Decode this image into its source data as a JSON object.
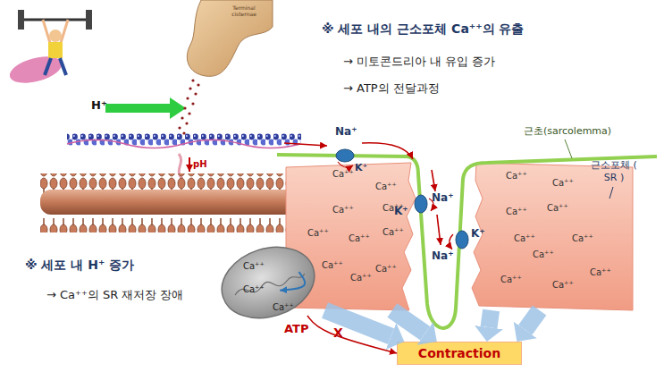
{
  "diagram": {
    "nodes": [
      {
        "text": [
          "Terminal cisternae"
        ]
      },
      {
        "text": [
          "Ca⁺⁺",
          "Ca⁺⁺",
          "Ca⁺⁺",
          "Ca⁺⁺",
          "Ca⁺⁺",
          "Ca⁺⁺",
          "Ca⁺⁺",
          "Ca⁺⁺",
          "Ca⁺⁺",
          "Ca⁺⁺"
        ]
      },
      {
        "text": [
          "Ca⁺⁺",
          "Ca⁺⁺",
          "Ca⁺⁺",
          "Ca⁺⁺",
          "Ca⁺⁺",
          "Ca⁺⁺",
          "Ca⁺⁺",
          "Ca⁺⁺",
          "Ca⁺⁺",
          "Ca⁺⁺"
        ]
      },
      {
        "text": [
          "Ca⁺⁺",
          "Ca⁺⁺",
          "Ca⁺⁺"
        ]
      },
      {
        "text": [
          "Contraction"
        ]
      }
    ],
    "edges": [
      {
        "from": 1,
        "to": 4,
        "arrow": "to"
      },
      {
        "from": 1,
        "to": 4,
        "arrow": "to"
      },
      {
        "from": 2,
        "to": 4,
        "arrow": "to"
      },
      {
        "from": 2,
        "to": 4,
        "arrow": "to"
      },
      {
        "from": 1,
        "to": 3,
        "arrow": "to"
      },
      {
        "from": 3,
        "to": 4,
        "label": "ATP",
        "arrow": "to"
      }
    ],
    "labels": [
      "※ 세포 내의 근소포체 Ca⁺⁺의 유출",
      "→ 미토콘드리아 내 유입 증가",
      "→ ATP의 전달과정",
      "H⁺",
      "pH",
      "※ 세포 내 H⁺ 증가",
      "→ Ca⁺⁺의 SR 재저장 장애",
      "Na⁺",
      "K⁺",
      "K⁺",
      "Na⁺",
      "K⁺",
      "Na⁺",
      "근초(sarcolemma)",
      "근소포체 ( SR )",
      "X"
    ]
  }
}
